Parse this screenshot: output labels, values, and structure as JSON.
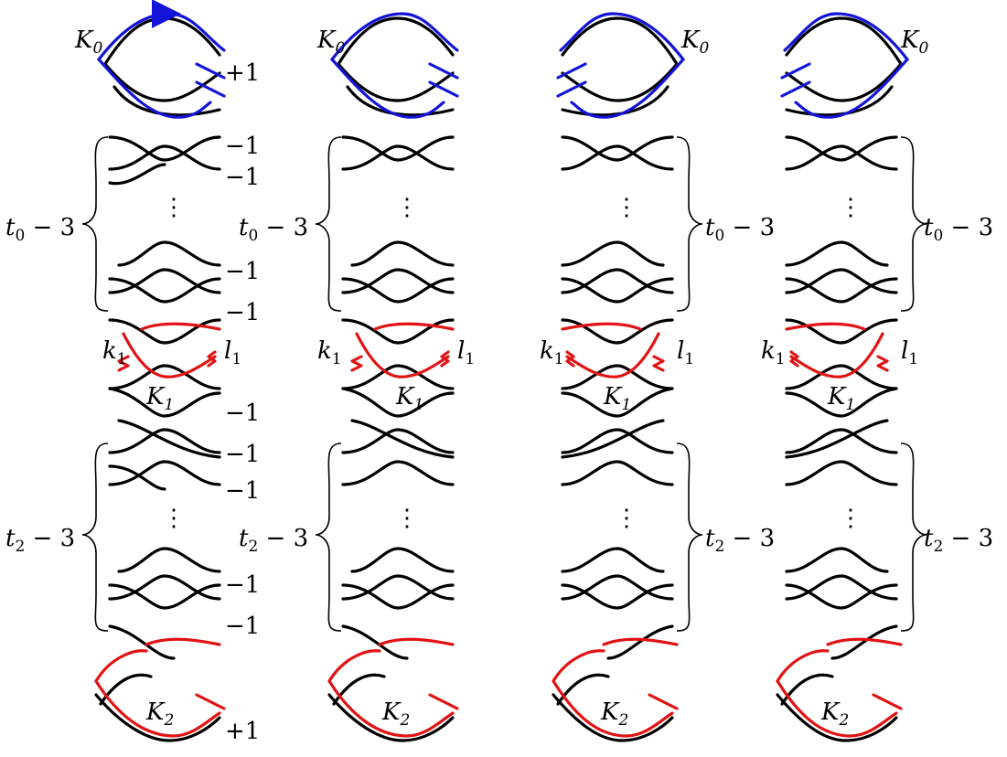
{
  "colors": {
    "knot": "#000000",
    "k0": "#1414d8",
    "k12": "#e01414"
  },
  "labels": {
    "K0": "K",
    "K0_sub": "0",
    "K1": "K",
    "K1_sub": "1",
    "K2": "K",
    "K2_sub": "2",
    "k1": "k",
    "k1_sub": "1",
    "l1": "l",
    "l1_sub": "1",
    "t0": "t",
    "t0_sub": "0",
    "t0_tail": " − 3",
    "t2": "t",
    "t2_sub": "2",
    "t2_tail": " − 3",
    "plus_one": "+1",
    "minus_one": "−1",
    "vdots": "⋮"
  },
  "panels": [
    {
      "id": "panel-1",
      "framing_labels": true,
      "brace_side": "left",
      "k0_side": "left"
    },
    {
      "id": "panel-2",
      "framing_labels": false,
      "brace_side": "left",
      "k0_side": "left"
    },
    {
      "id": "panel-3",
      "framing_labels": false,
      "brace_side": "right",
      "k0_side": "right"
    },
    {
      "id": "panel-4",
      "framing_labels": false,
      "brace_side": "right",
      "k0_side": "right"
    }
  ]
}
